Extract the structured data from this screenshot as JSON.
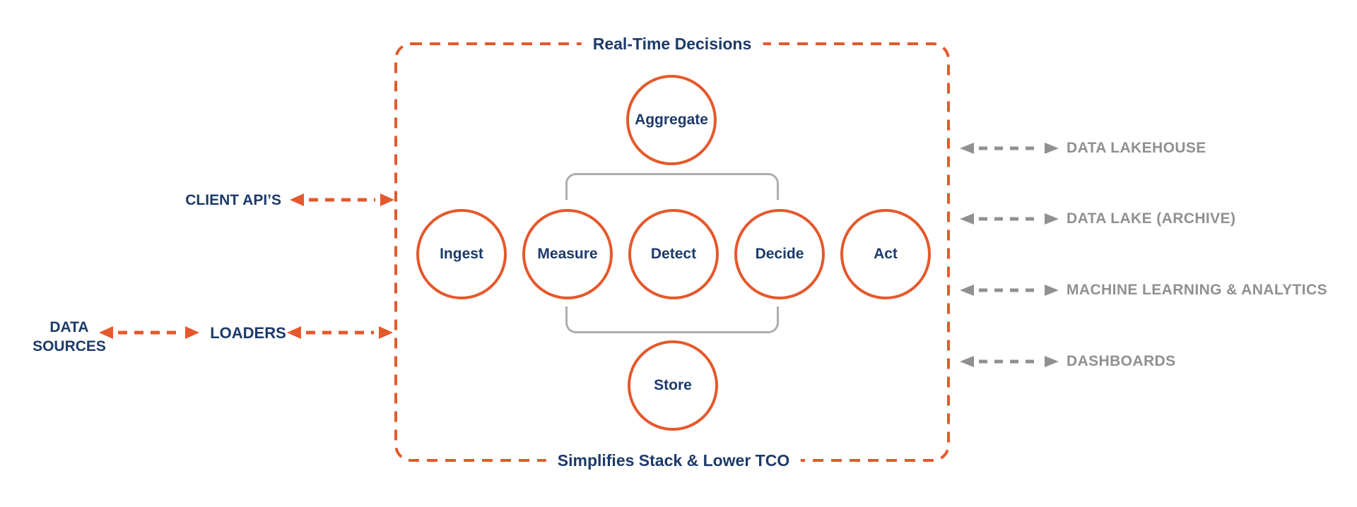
{
  "colors": {
    "orange": "#E5582C",
    "navy": "#1D3A69",
    "gray": "#909090",
    "bracket_gray": "#ADADAD"
  },
  "box": {
    "top_label": "Real-Time Decisions",
    "bottom_label": "Simplifies Stack & Lower TCO"
  },
  "nodes": {
    "aggregate": "Aggregate",
    "ingest": "Ingest",
    "measure": "Measure",
    "detect": "Detect",
    "decide": "Decide",
    "act": "Act",
    "store": "Store"
  },
  "left_panel": {
    "data_sources_line1": "DATA",
    "data_sources_line2": "SOURCES",
    "loaders": "LOADERS",
    "client_apis": "CLIENT API’S"
  },
  "right_panel": {
    "items": [
      "DATA LAKEHOUSE",
      "DATA LAKE (ARCHIVE)",
      "MACHINE LEARNING & ANALYTICS",
      "DASHBOARDS"
    ]
  }
}
